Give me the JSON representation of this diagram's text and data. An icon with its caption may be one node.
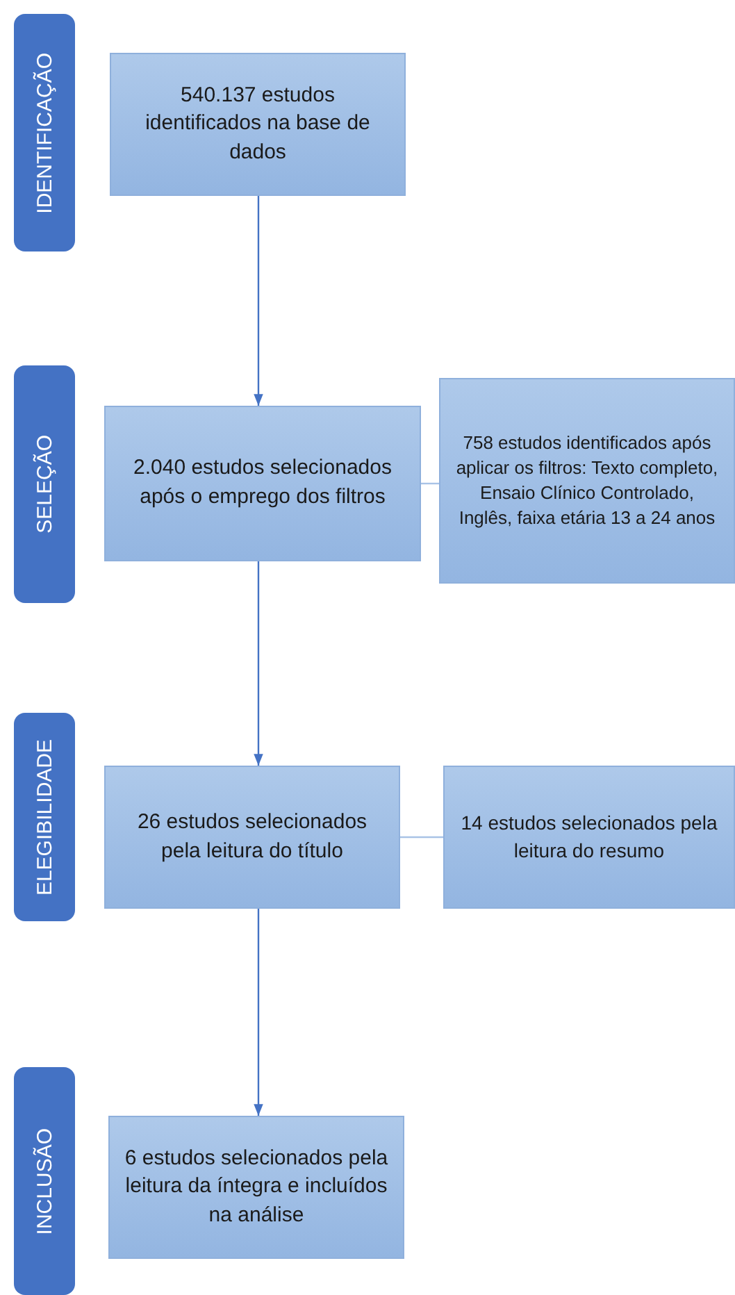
{
  "diagram": {
    "nodes": [
      {
        "text": [
          "IDENTIFICAÇÃO"
        ]
      },
      {
        "text": [
          "540.137 estudos identificados na base de dados"
        ]
      },
      {
        "text": [
          "SELEÇÃO"
        ]
      },
      {
        "text": [
          "2.040 estudos selecionados após o emprego dos filtros"
        ]
      },
      {
        "text": [
          "758  estudos identificados após aplicar os filtros: Texto completo, Ensaio Clínico Controlado, Inglês, faixa etária 13 a 24 anos"
        ]
      },
      {
        "text": [
          "ELEGIBILIDADE"
        ]
      },
      {
        "text": [
          "26 estudos selecionados pela leitura do título"
        ]
      },
      {
        "text": [
          "14 estudos selecionados pela leitura do resumo"
        ]
      },
      {
        "text": [
          "INCLUSÃO"
        ]
      },
      {
        "text": [
          "6 estudos selecionados pela leitura da íntegra e incluídos na análise"
        ]
      }
    ],
    "edges": [
      {
        "from": 1,
        "to": 3,
        "arrow": "to"
      },
      {
        "from": 3,
        "to": 4,
        "arrow": "none",
        "color": "#a9c3e6"
      },
      {
        "from": 3,
        "to": 6,
        "arrow": "to"
      },
      {
        "from": 6,
        "to": 7,
        "arrow": "none",
        "color": "#a9c3e6"
      },
      {
        "from": 6,
        "to": 9,
        "arrow": "to"
      }
    ]
  }
}
